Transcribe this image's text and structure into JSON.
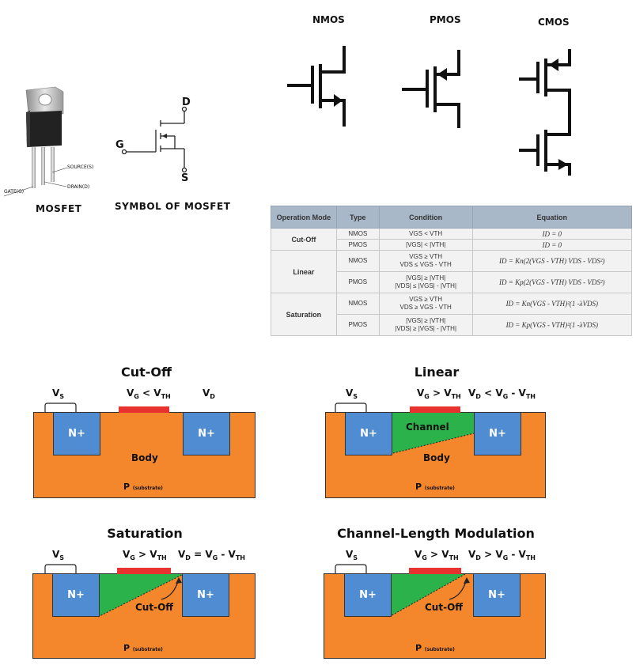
{
  "package": {
    "caption": "MOSFET",
    "pin_source": "SOURCE(S)",
    "pin_drain": "DRAIN(D)",
    "pin_gate": "GATE(G)"
  },
  "symbol": {
    "caption": "SYMBOL OF MOSFET",
    "d": "D",
    "g": "G",
    "s": "S"
  },
  "types": {
    "nmos": "NMOS",
    "pmos": "PMOS",
    "cmos": "CMOS"
  },
  "table": {
    "headers": [
      "Operation Mode",
      "Type",
      "Condition",
      "Equation"
    ],
    "cutoff": {
      "mode": "Cut-Off",
      "nmos": {
        "type": "NMOS",
        "cond": "VGS < VTH",
        "eq": "ID = 0"
      },
      "pmos": {
        "type": "PMOS",
        "cond": "|VGS| < |VTH|",
        "eq": "ID = 0"
      }
    },
    "linear": {
      "mode": "Linear",
      "nmos": {
        "type": "NMOS",
        "cond1": "VGS ≥ VTH",
        "cond2": "VDS ≤ VGS - VTH",
        "eq": "ID = Kn(2(VGS - VTH) VDS - VDS²)"
      },
      "pmos": {
        "type": "PMOS",
        "cond1": "|VGS| ≥ |VTH|",
        "cond2": "|VDS| ≤ |VGS| - |VTH|",
        "eq": "ID = Kp(2(VGS - VTH) VDS - VDS²)"
      }
    },
    "saturation": {
      "mode": "Saturation",
      "nmos": {
        "type": "NMOS",
        "cond1": "VGS ≥ VTH",
        "cond2": "VDS ≥ VGS - VTH",
        "eq": "ID = Kn(VGS - VTH)²(1 -λVDS)"
      },
      "pmos": {
        "type": "PMOS",
        "cond1": "|VGS| ≥ |VTH|",
        "cond2": "|VDS| ≥ |VGS| - |VTH|",
        "eq": "ID = Kp(VGS - VTH)²(1 -λVDS)"
      }
    }
  },
  "panels": {
    "cutoff": {
      "title": "Cut-Off",
      "vs": "V",
      "vs_sub": "S",
      "vg": "V",
      "vg_sub": "G",
      "vg_cond": " < V",
      "vg_cond_sub": "TH",
      "vd": "V",
      "vd_sub": "D",
      "vd_cond": "",
      "vd_cond_sub": "",
      "n_left": "N+",
      "n_right": "N+",
      "body": "Body",
      "p": "P",
      "p_sub": "(substrate)"
    },
    "linear": {
      "title": "Linear",
      "vs": "V",
      "vs_sub": "S",
      "vg": "V",
      "vg_sub": "G",
      "vg_cond": " > V",
      "vg_cond_sub": "TH",
      "vd": "V",
      "vd_sub": "D",
      "vd_cond": " < V",
      "vd_cond2": "G",
      "vd_cond3": " - V",
      "vd_cond_sub": "TH",
      "n_left": "N+",
      "n_right": "N+",
      "channel": "Channel",
      "body": "Body",
      "p": "P",
      "p_sub": "(substrate)"
    },
    "saturation": {
      "title": "Saturation",
      "vs": "V",
      "vs_sub": "S",
      "vg": "V",
      "vg_sub": "G",
      "vg_cond": " > V",
      "vg_cond_sub": "TH",
      "vd": "V",
      "vd_sub": "D",
      "vd_cond": " = V",
      "vd_cond2": "G",
      "vd_cond3": " - V",
      "vd_cond_sub": "TH",
      "n_left": "N+",
      "n_right": "N+",
      "cutoff": "Cut-Off",
      "p": "P",
      "p_sub": "(substrate)"
    },
    "clm": {
      "title": "Channel-Length Modulation",
      "vs": "V",
      "vs_sub": "S",
      "vg": "V",
      "vg_sub": "G",
      "vg_cond": " > V",
      "vg_cond_sub": "TH",
      "vd": "V",
      "vd_sub": "D",
      "vd_cond": " > V",
      "vd_cond2": "G",
      "vd_cond3": " - V",
      "vd_cond_sub": "TH",
      "n_left": "N+",
      "n_right": "N+",
      "cutoff": "Cut-Off",
      "p": "P",
      "p_sub": "(substrate)"
    }
  }
}
